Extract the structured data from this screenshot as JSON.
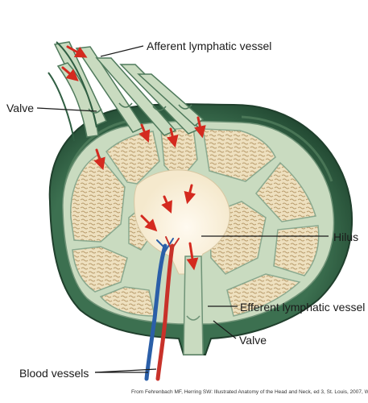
{
  "diagram": {
    "labels": {
      "afferent_lymphatic_vessel": "Afferent lymphatic vessel",
      "valve_top": "Valve",
      "hilus": "Hilus",
      "efferent_lymphatic_vessel": "Efferent lymphatic vessel",
      "valve_bottom": "Valve",
      "blood_vessels": "Blood vessels"
    },
    "credit": "From Fehrenbach MF, Herring SW: Illustrated Anatomy of the Head and Neck, ed 3, St. Louis, 2007, WB Saunders."
  },
  "colors": {
    "capsule": "#2f5e42",
    "capsule_highlight": "#5d8a68",
    "septa": "#b9ceb3",
    "septa_edge": "#6f9377",
    "cortex": "#f2e6c9",
    "follicle_texture": "#b89b6b",
    "sinus": "#fbf3e2",
    "flow_arrows": "#d42a1f",
    "artery": "#c8322a",
    "vein": "#2b5fa8",
    "leader_lines": "#1a1a1a"
  }
}
